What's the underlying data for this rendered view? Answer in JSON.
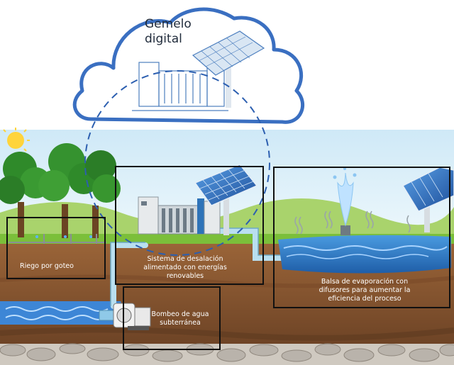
{
  "diagram": {
    "cloud": {
      "title_line1": "Gemelo",
      "title_line2": "digital"
    },
    "labels": {
      "drip": "Riego por goteo",
      "desal_line1": "Sistema de desalación",
      "desal_line2": "alimentado con energías",
      "desal_line3": "renovables",
      "pump_line1": "Bombeo de agua",
      "pump_line2": "subterránea",
      "pond_line1": "Balsa de evaporación con",
      "pond_line2": "difusores para aumentar la",
      "pond_line3": "eficiencia del proceso"
    },
    "colors": {
      "cloud_outline": "#3a6fc1",
      "sky": "#dff0fa",
      "grass": "#7bbf3a",
      "soil": "#8a5a32",
      "water": "#3d86d6",
      "frame": "#111111",
      "sun": "#ffd43b"
    }
  }
}
